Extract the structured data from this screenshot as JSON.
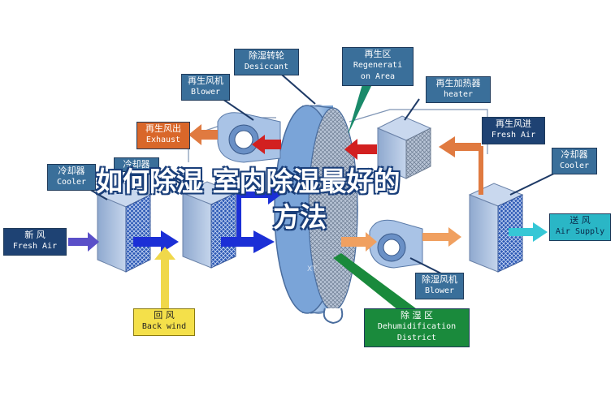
{
  "title": {
    "line1": "如何除湿  室内除湿最好的",
    "line2": "方法"
  },
  "labels": {
    "desiccant": {
      "zh": "除湿转轮",
      "en": "Desiccant"
    },
    "regen_area": {
      "zh": "再生区",
      "en1": "Regenerati",
      "en2": "on Area"
    },
    "regen_blower": {
      "zh": "再生风机",
      "en": "Blower"
    },
    "regen_heater": {
      "zh": "再生加热器",
      "en": "heater"
    },
    "regen_exhaust": {
      "zh": "再生风出",
      "en": "Exhaust"
    },
    "regen_fresh_air": {
      "zh": "再生风进",
      "en": "Fresh Air"
    },
    "cooler_left": {
      "zh": "冷却器",
      "en": "Cooler"
    },
    "cooler_mid": {
      "zh": "冷却器"
    },
    "cooler_right": {
      "zh": "冷却器",
      "en": "Cooler"
    },
    "fresh_air": {
      "zh": "新    风",
      "en": "Fresh Air"
    },
    "air_supply": {
      "zh": "送  风",
      "en": "Air Supply"
    },
    "back_wind": {
      "zh": "回    风",
      "en": "Back wind"
    },
    "dehum_blower": {
      "zh": "除湿风机",
      "en": "Blower"
    },
    "dehum_district": {
      "zh": "除    湿    区",
      "en1": "Dehumidification",
      "en2": "District"
    }
  },
  "watermark": "XT",
  "colors": {
    "label_blue": "#3a6f9a",
    "label_navy": "#1e4273",
    "label_orange": "#d9672a",
    "label_cyan": "#2ab6c6",
    "label_yellow": "#f4e04a",
    "label_green": "#1a8a3c",
    "arrow_blue": "#1b2fd6",
    "arrow_red": "#d22020",
    "arrow_orange": "#f0a060",
    "arrow_yellow": "#f0d84a",
    "arrow_cyan": "#36c7d6"
  }
}
